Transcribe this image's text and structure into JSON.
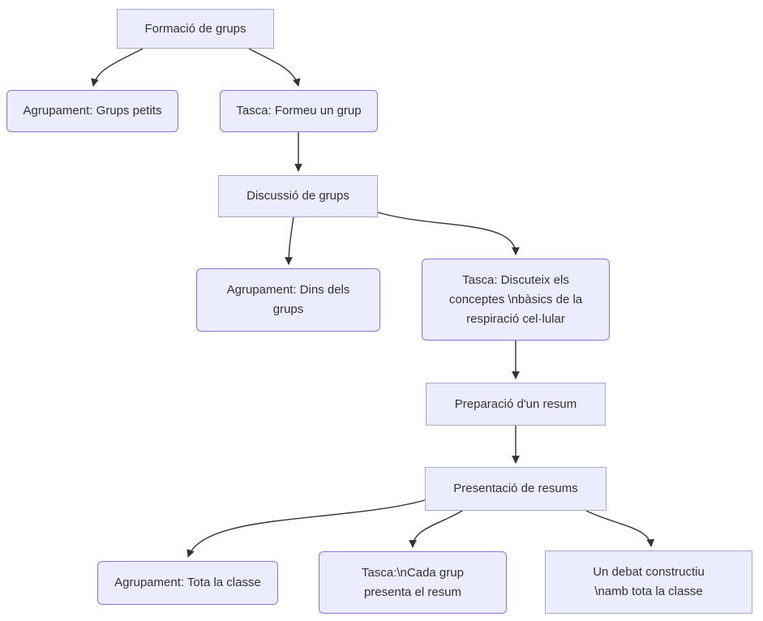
{
  "diagram": {
    "type": "flowchart",
    "colors": {
      "background": "#ffffff",
      "node_fill": "#ececff",
      "rect_border": "#a9a9cf",
      "rounded_border": "#9370db",
      "edge": "#333333",
      "text": "#333333"
    },
    "nodes": [
      {
        "id": "formacio",
        "label": "Formació de grups",
        "shape": "rect"
      },
      {
        "id": "agrupament-petits",
        "label": "Agrupament: Grups petits",
        "shape": "rounded"
      },
      {
        "id": "tasca-formeu",
        "label": "Tasca: Formeu un grup",
        "shape": "rounded"
      },
      {
        "id": "discussio",
        "label": "Discussió de grups",
        "shape": "rect"
      },
      {
        "id": "agrupament-dins",
        "label": "Agrupament: Dins dels\ngrups",
        "shape": "rounded"
      },
      {
        "id": "tasca-discuteix",
        "label": "Tasca: Discuteix els\nconceptes \\nbàsics de la\nrespiració cel·lular",
        "shape": "rounded"
      },
      {
        "id": "preparacio",
        "label": "Preparació d'un resum",
        "shape": "rect"
      },
      {
        "id": "presentacio",
        "label": "Presentació de resums",
        "shape": "rect"
      },
      {
        "id": "agrupament-classe",
        "label": "Agrupament: Tota la classe",
        "shape": "rounded"
      },
      {
        "id": "tasca-presenta",
        "label": "Tasca:\\nCada grup\npresenta el resum",
        "shape": "rounded"
      },
      {
        "id": "debat",
        "label": "Un debat constructiu\n\\namb tota la classe",
        "shape": "rect"
      }
    ],
    "edges": [
      {
        "from": "formacio",
        "to": "agrupament-petits"
      },
      {
        "from": "formacio",
        "to": "tasca-formeu"
      },
      {
        "from": "tasca-formeu",
        "to": "discussio"
      },
      {
        "from": "discussio",
        "to": "agrupament-dins"
      },
      {
        "from": "discussio",
        "to": "tasca-discuteix"
      },
      {
        "from": "tasca-discuteix",
        "to": "preparacio"
      },
      {
        "from": "preparacio",
        "to": "presentacio"
      },
      {
        "from": "presentacio",
        "to": "agrupament-classe"
      },
      {
        "from": "presentacio",
        "to": "tasca-presenta"
      },
      {
        "from": "presentacio",
        "to": "debat"
      }
    ]
  }
}
